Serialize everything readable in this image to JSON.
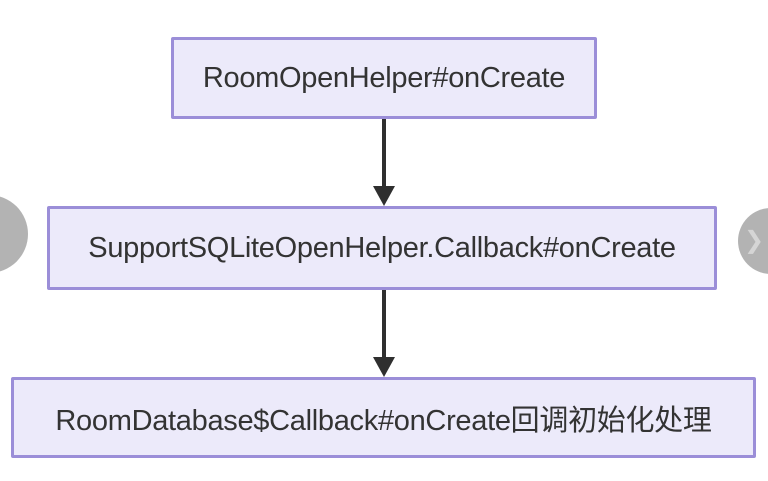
{
  "diagram": {
    "type": "flowchart-top-down",
    "nodes": [
      {
        "id": "A",
        "label": "RoomOpenHelper#onCreate"
      },
      {
        "id": "B",
        "label": "SupportSQLiteOpenHelper.Callback#onCreate"
      },
      {
        "id": "C",
        "label": "RoomDatabase$Callback#onCreate回调初始化处理"
      }
    ],
    "edges": [
      {
        "from": "A",
        "to": "B",
        "style": "arrow-down"
      },
      {
        "from": "B",
        "to": "C",
        "style": "arrow-down"
      }
    ],
    "colors": {
      "background": "#FFFFFF",
      "node_fill": "#ECEAFA",
      "node_border": "#9B8ED8",
      "node_text": "#333333",
      "arrow": "#2F2F2F",
      "nav_circle": "#B3B3B3"
    }
  },
  "carousel": {
    "prev": {
      "icon": "chevron-left-icon",
      "glyph": ""
    },
    "next": {
      "icon": "chevron-right-icon",
      "glyph": "❯"
    }
  }
}
